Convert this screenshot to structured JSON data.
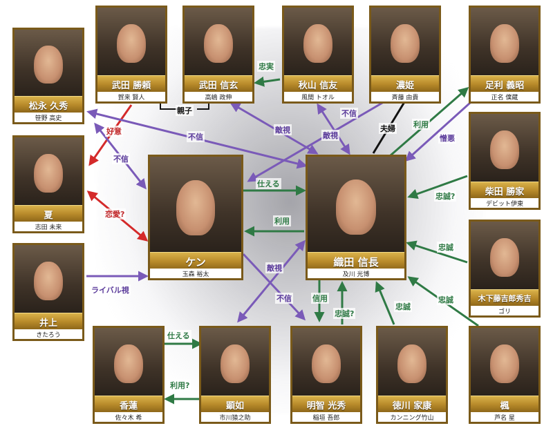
{
  "colors": {
    "green": "#2f7a45",
    "purple": "#7a5ab8",
    "red": "#d42a2a",
    "black": "#111111",
    "plate_gold": "#c9a24a"
  },
  "characters": {
    "matsunaga": {
      "name": "松永 久秀",
      "actor": "笹野 高史"
    },
    "katsuyori": {
      "name": "武田 勝頼",
      "actor": "賀来 賢人"
    },
    "shingen": {
      "name": "武田 信玄",
      "actor": "高嶋 政伸"
    },
    "nobutomo": {
      "name": "秋山 信友",
      "actor": "風間 トオル"
    },
    "nohime": {
      "name": "濃姫",
      "actor": "斉藤 由貴"
    },
    "yoshiaki": {
      "name": "足利 義昭",
      "actor": "正名 僕蔵"
    },
    "natsu": {
      "name": "夏",
      "actor": "志田 未来"
    },
    "ken": {
      "name": "ケン",
      "actor": "玉森 裕太"
    },
    "nobunaga": {
      "name": "織田 信長",
      "actor": "及川 光博"
    },
    "katsuie": {
      "name": "柴田 勝家",
      "actor": "デビット伊東"
    },
    "hideyoshi": {
      "name": "木下藤吉郎秀吉",
      "actor": "ゴリ"
    },
    "inoue": {
      "name": "井上",
      "actor": "きたろう"
    },
    "karen": {
      "name": "香蓮",
      "actor": "佐々木 希"
    },
    "kennyo": {
      "name": "顕如",
      "actor": "市川猿之助"
    },
    "mitsuhide": {
      "name": "明智 光秀",
      "actor": "稲垣 吾郎"
    },
    "ieyasu": {
      "name": "徳川 家康",
      "actor": "カンニング竹山"
    },
    "kaede": {
      "name": "楓",
      "actor": "芦名 星"
    }
  },
  "relations": {
    "chujitsu": "忠実",
    "oyako": "親子",
    "koui": "好意",
    "fushin_ken_matsu": "不信",
    "fushin_matsu_nob": "不信",
    "tekishi_katsu": "敵視",
    "tekishi_nobutomo": "敵視",
    "fushin_nohime": "不信",
    "fuufu": "夫婦",
    "riyou_yoshiaki": "利用",
    "zouo": "憎悪",
    "renai": "恋愛?",
    "tsukaeru_ken": "仕える",
    "riyou_nob": "利用",
    "chuusei_katsuie": "忠誠?",
    "chuusei_hideyoshi": "忠誠",
    "chuusei_kaede": "忠誠",
    "rival": "ライバル視",
    "tekishi_kennyo": "敵視",
    "fushin_kennyo": "不信",
    "shinyou": "信用",
    "chuusei_mitsuhide": "忠誠?",
    "chuusei_ieyasu": "忠誠",
    "tsukaeru_karen": "仕える",
    "riyou_kennyo": "利用?"
  }
}
